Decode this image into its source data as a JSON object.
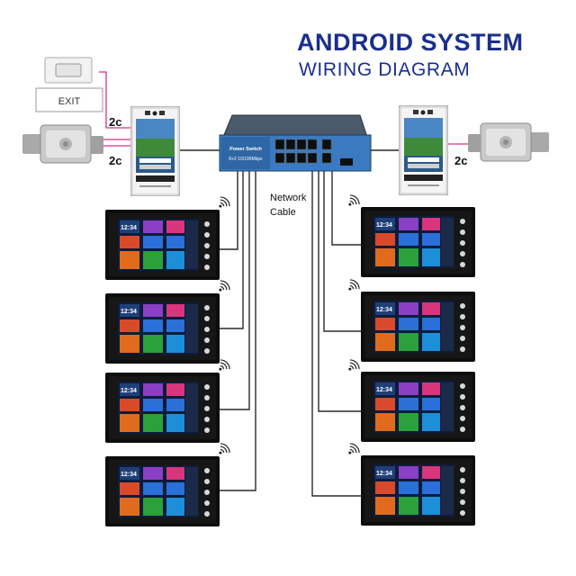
{
  "title": {
    "line1": "ANDROID SYSTEM",
    "line2": "WIRING DIAGRAM"
  },
  "exit_button": {
    "label": "EXIT"
  },
  "switch": {
    "name": "Power Switch",
    "spec": "8+2 10/100Mbps",
    "ports": 8,
    "uplink_ports": 2
  },
  "network_cable": {
    "line1": "Network",
    "line2": "Cable"
  },
  "wire_labels": {
    "left_top": "2c",
    "left_bottom": "2c",
    "right": "2c"
  },
  "indoor_monitor": {
    "clock": "12:34",
    "count_left": 4,
    "count_right": 4
  },
  "colors": {
    "title": "#1a2f8c",
    "wire_pink": "#d62f86",
    "cable": "#2a2a2a",
    "monitor_tiles": [
      "#2b6fd8",
      "#8b3fc4",
      "#d9357d",
      "#e06b1d",
      "#2aa13a",
      "#1d8fd9"
    ]
  }
}
